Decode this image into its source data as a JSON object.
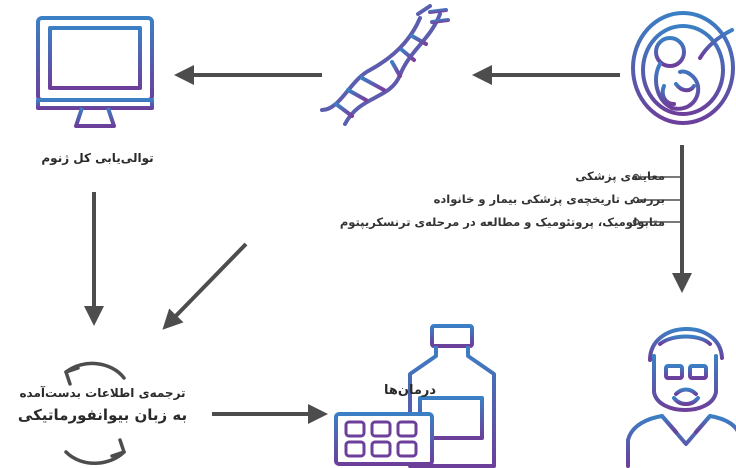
{
  "labels": {
    "wgs": "توالی‌یابی کل ژنوم",
    "translation_line1": "ترجمه‌ی اطلاعات بدست‌آمده",
    "translation_line2": "به زبان بیوانفورماتیکی",
    "treatments": "درمان‌ها"
  },
  "bullets": [
    "معاینه‌ی پزشکی",
    "بررسی تاریخچه‌ی پزشکی بیمار و خانواده",
    "متابولومیک، پروتئومیک و مطالعه در مرحله‌ی ترنسکریپتوم"
  ],
  "colors": {
    "arrow": "#4d4d4d",
    "icon_purple": "#6c3f9b",
    "icon_blue": "#3b7fc4",
    "text": "#2a2a2a"
  },
  "icons": [
    "fetus-icon",
    "dna-icon",
    "computer-monitor-icon",
    "doctor-icon",
    "medicine-bottle-icon",
    "pill-blister-icon",
    "cycle-arrows-icon"
  ]
}
